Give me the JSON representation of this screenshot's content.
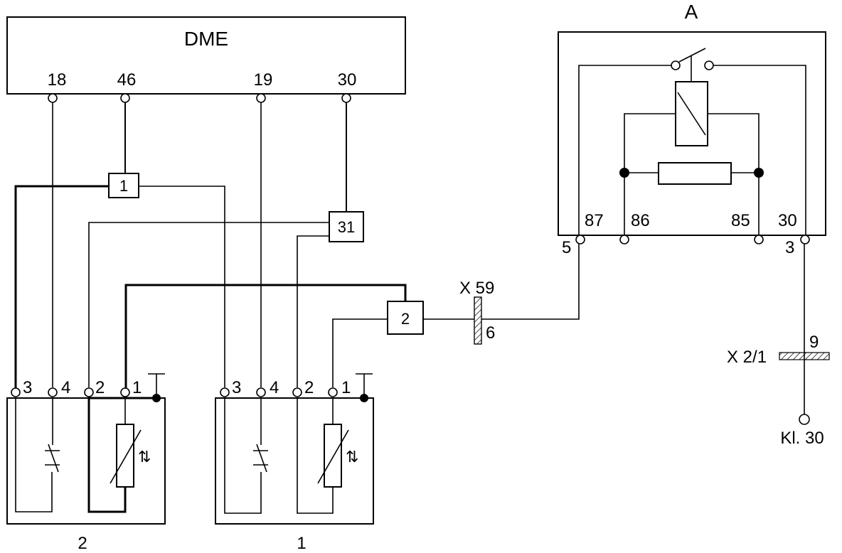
{
  "dme": {
    "label": "DME",
    "pins": {
      "p18": "18",
      "p46": "46",
      "p19": "19",
      "p30": "30"
    }
  },
  "connectors": {
    "c1": "1",
    "c31": "31",
    "c2": "2"
  },
  "relay": {
    "label": "A",
    "pins": {
      "p87": "87",
      "p86": "86",
      "p85": "85",
      "p30": "30"
    },
    "ext": {
      "p5": "5",
      "p3": "3"
    }
  },
  "plugs": {
    "x59": {
      "label": "X 59",
      "pin": "6"
    },
    "x21": {
      "label": "X 2/1",
      "pin": "9"
    }
  },
  "terminal": {
    "label": "Kl. 30"
  },
  "sensors": [
    {
      "label": "2",
      "pins": [
        "3",
        "4",
        "2",
        "1"
      ]
    },
    {
      "label": "1",
      "pins": [
        "3",
        "4",
        "2",
        "1"
      ]
    }
  ]
}
